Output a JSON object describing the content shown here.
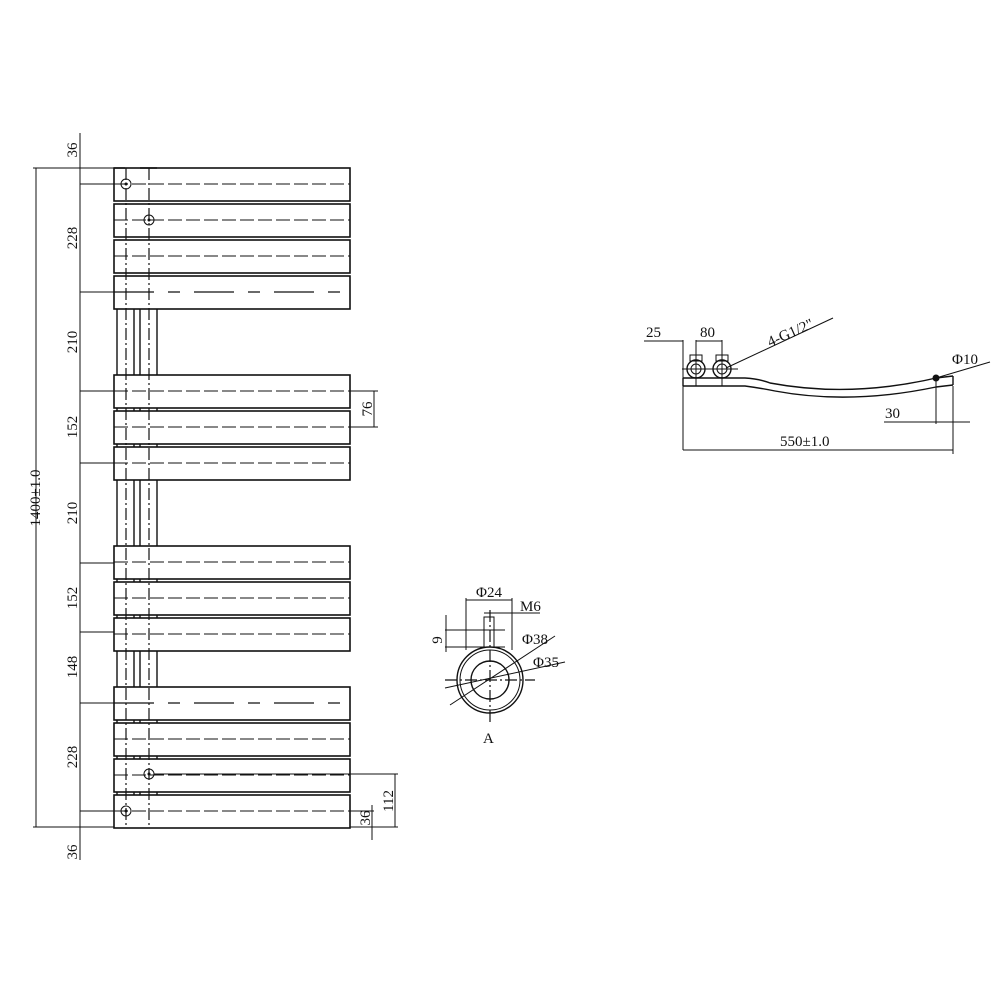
{
  "front_view": {
    "overall_height": "1400±1.0",
    "vertical_dims": [
      "36",
      "228",
      "210",
      "152",
      "210",
      "152",
      "148",
      "228",
      "36"
    ],
    "bar_pitch": "76",
    "bottom_inlet_offset": "112",
    "bottom_inlet_to_edge": "36"
  },
  "detail_a": {
    "label": "A",
    "outer_diameter": "Φ38",
    "inner_diameter": "Φ35",
    "mount_diameter": "Φ24",
    "thread": "M6",
    "stud_height": "9"
  },
  "side_view": {
    "edge_offset": "25",
    "inlet_spacing": "80",
    "connections": "4-G1/2\"",
    "tube_diameter": "Φ10",
    "end_offset": "30",
    "overall_depth": "550±1.0"
  }
}
